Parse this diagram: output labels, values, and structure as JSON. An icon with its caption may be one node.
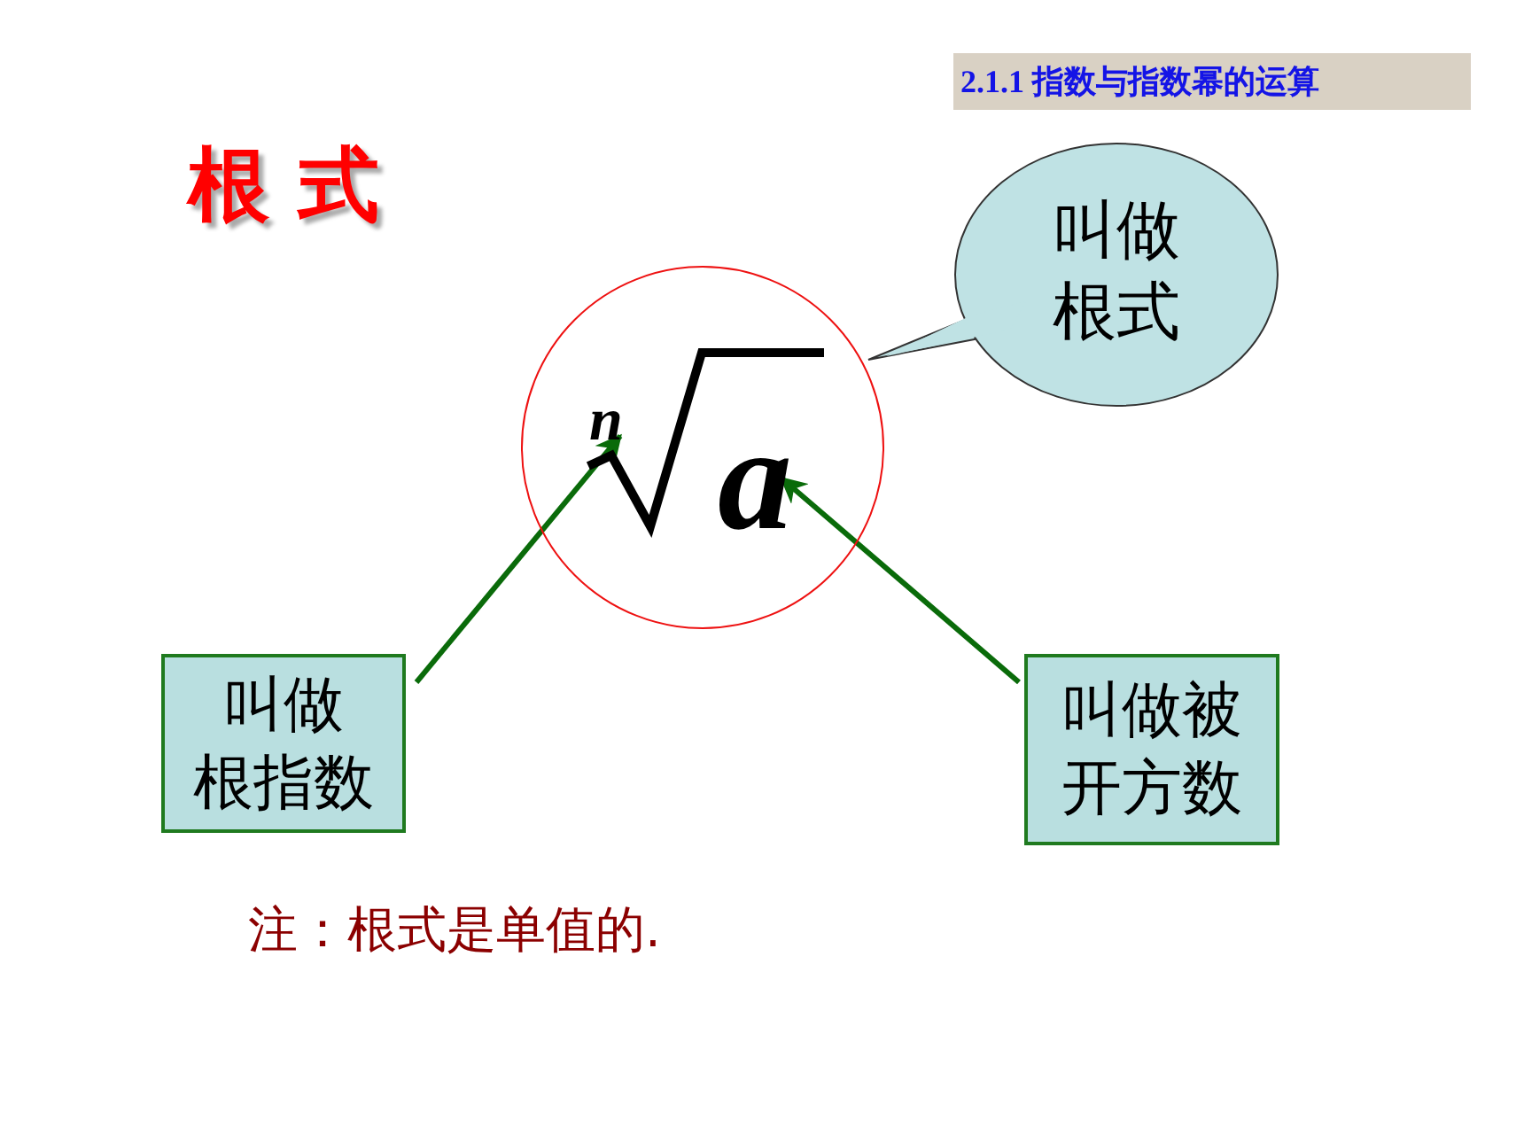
{
  "diagram": {
    "title": "根 式",
    "nodes": [
      {
        "text": [],
        "shape": "circle"
      },
      {
        "text": [
          "n"
        ],
        "in": 0
      },
      {
        "text": [
          "a"
        ],
        "in": 0
      },
      {
        "text": [
          "叫做根式"
        ]
      },
      {
        "text": [
          "叫做根指数"
        ]
      },
      {
        "text": [
          "叫做被开方数"
        ]
      }
    ],
    "edges": [
      {
        "from": 4,
        "to": 1,
        "arrow": "to"
      },
      {
        "from": 5,
        "to": 2,
        "arrow": "to"
      }
    ],
    "labels": [
      "2.1.1 指数与指数幂的运算",
      "注：根式是单值的."
    ]
  }
}
